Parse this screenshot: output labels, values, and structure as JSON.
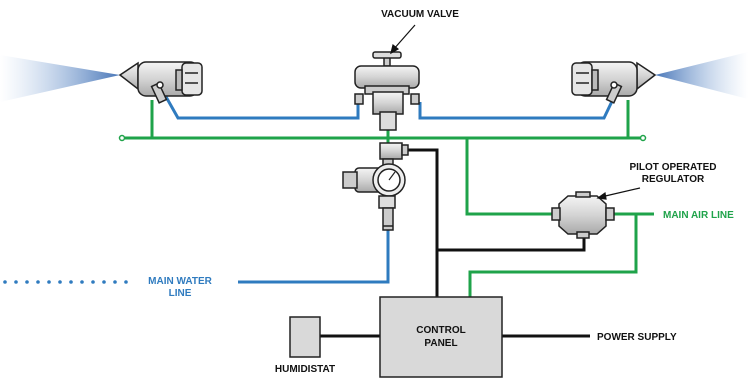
{
  "labels": {
    "vacuum_valve": "VACUUM VALVE",
    "pilot_regulator_line1": "PILOT OPERATED",
    "pilot_regulator_line2": "REGULATOR",
    "main_air_line": "MAIN AIR LINE",
    "main_water_line1": "MAIN WATER",
    "main_water_line2": "LINE",
    "control_panel_line1": "CONTROL",
    "control_panel_line2": "PANEL",
    "power_supply": "POWER SUPPLY",
    "humidistat": "HUMIDISTAT"
  },
  "colors": {
    "water_line": "#2f7bbf",
    "air_line": "#1fa34a",
    "electrical_line": "#111111",
    "component_fill": "#d9d9d9",
    "component_stroke": "#222222",
    "spray_mist": "#6a93c8"
  }
}
